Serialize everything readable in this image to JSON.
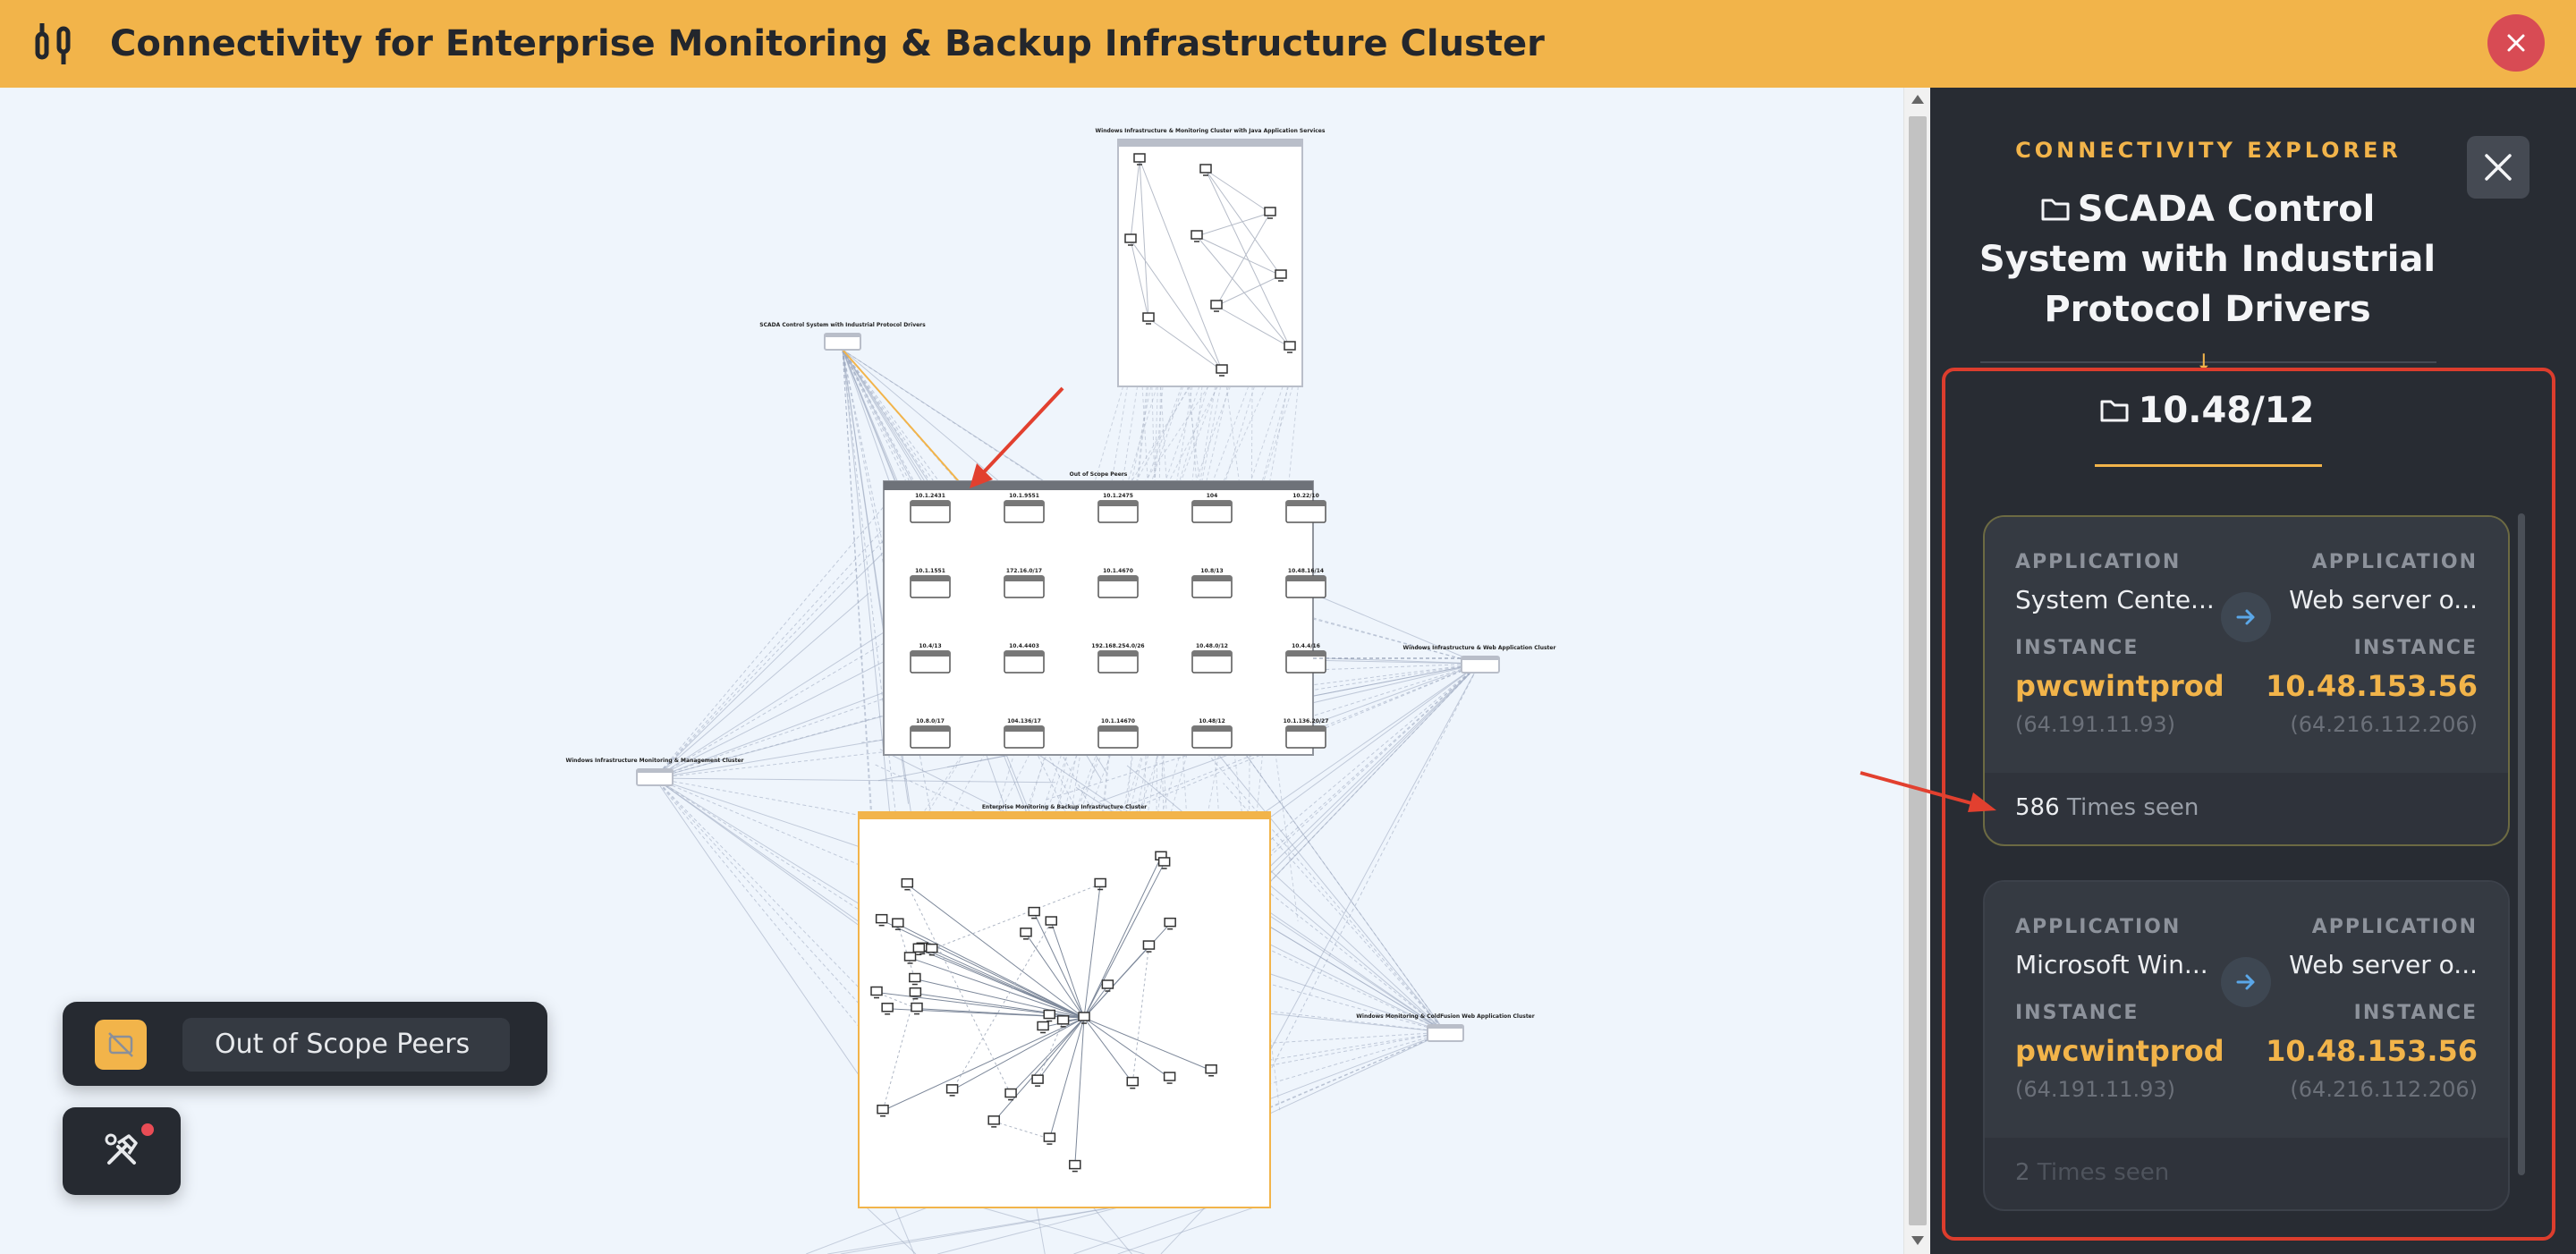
{
  "header": {
    "title": "Connectivity for Enterprise Monitoring & Backup Infrastructure Cluster",
    "logo_icon": "connector-icon",
    "close_icon": "close-icon",
    "bg_color": "#f2b44a"
  },
  "graph": {
    "clusters": [
      {
        "label": "Windows Infrastructure & Monitoring Cluster with Java Application Services"
      },
      {
        "label": "SCADA Control System with Industrial Protocol Drivers"
      },
      {
        "label": "Out of Scope Peers"
      },
      {
        "label": "Windows Infrastructure & Web Application Cluster"
      },
      {
        "label": "Windows Infrastructure Monitoring & Management Cluster"
      },
      {
        "label": "Enterprise Monitoring & Backup Infrastructure Cluster"
      },
      {
        "label": "Windows Monitoring & ColdFusion Web Application Cluster"
      }
    ],
    "peer_labels": [
      "10.1.2431",
      "10.1.9551",
      "10.1.2475",
      "104",
      "10.22/10",
      "10.1.1551",
      "172.16.0/17",
      "10.1.4670",
      "10.8/13",
      "10.48.16/14",
      "10.4/13",
      "10.4.4403",
      "192.168.254.0/26",
      "10.48.0/12",
      "10.4.4/16",
      "10.8.0/17",
      "104.136/17",
      "10.1.14670",
      "10.48/12",
      "10.1.136.20/27"
    ]
  },
  "panel": {
    "eyebrow": "CONNECTIVITY EXPLORER",
    "heading": "SCADA Control System with Industrial Protocol Drivers",
    "subnet": "10.48/12",
    "folder_icon": "folder-icon",
    "cards": [
      {
        "src_app_label": "APPLICATION",
        "src_app": "System Cente...",
        "dst_app_label": "APPLICATION",
        "dst_app": "Web server o...",
        "src_inst_label": "INSTANCE",
        "src_inst": "pwcwintprod",
        "src_ip": "(64.191.11.93)",
        "dst_inst_label": "INSTANCE",
        "dst_inst": "10.48.153.56",
        "dst_ip": "(64.216.112.206)",
        "count": "586",
        "count_suffix": " Times seen"
      },
      {
        "src_app_label": "APPLICATION",
        "src_app": "Microsoft Win...",
        "dst_app_label": "APPLICATION",
        "dst_app": "Web server o...",
        "src_inst_label": "INSTANCE",
        "src_inst": "pwcwintprod",
        "src_ip": "(64.191.11.93)",
        "dst_inst_label": "INSTANCE",
        "dst_inst": "10.48.153.56",
        "dst_ip": "(64.216.112.206)",
        "count": "2",
        "count_suffix": " Times seen"
      }
    ]
  },
  "legend": {
    "label": "Out of Scope Peers",
    "swatch_color": "#f2b44a"
  },
  "tools": {
    "icon": "tools-icon"
  }
}
